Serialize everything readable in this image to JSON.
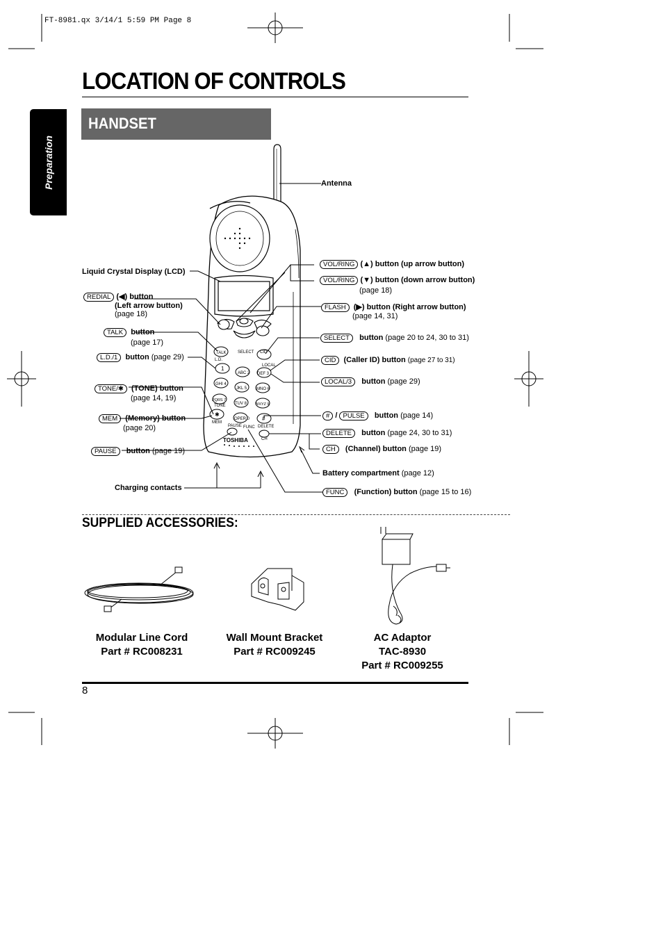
{
  "slug": "FT-8981.qx 3/14/1 5:59 PM Page 8",
  "title": "LOCATION OF CONTROLS",
  "section": "HANDSET",
  "side_tab": "Preparation",
  "labels": {
    "antenna": "Antenna",
    "lcd": "Liquid Crystal Display (LCD)",
    "redial_key": "REDIAL",
    "redial_text": "(◀) button",
    "redial_sub": "(Left arrow button)",
    "redial_page": "(page 18)",
    "talk_key": "TALK",
    "talk_text": "button",
    "talk_page": "(page 17)",
    "ld_key": "L.D./1",
    "ld_text": "button",
    "ld_page": "(page 29)",
    "tone_key": "TONE/✱",
    "tone_text": "(TONE) button",
    "tone_page": "(page 14, 19)",
    "mem_key": "MEM",
    "mem_text": "(Memory) button",
    "mem_page": "(page 20)",
    "pause_key": "PAUSE",
    "pause_text": "button",
    "pause_page": "(page 19)",
    "charging": "Charging contacts",
    "volring_key": "VOL/RING",
    "vol_up_text": "(▲) button (up arrow button)",
    "vol_down_text": "(▼) button (down arrow button)",
    "vol_down_page": "(page 18)",
    "flash_key": "FLASH",
    "flash_text": "(▶) button (Right arrow button)",
    "flash_page": "(page 14, 31)",
    "select_key": "SELECT",
    "select_text": "button",
    "select_page": "(page 20 to 24, 30 to 31)",
    "cid_key": "CID",
    "cid_text": "(Caller ID) button",
    "cid_page": "(page 27 to 31)",
    "local_key": "LOCAL/3",
    "local_text": "button",
    "local_page": "(page 29)",
    "hash_key": "#",
    "slash": "/",
    "pulse_key": "PULSE",
    "pulse_text": "button",
    "pulse_page": "(page 14)",
    "delete_key": "DELETE",
    "delete_text": "button",
    "delete_page": "(page 24, 30 to 31)",
    "ch_key": "CH",
    "ch_text": "(Channel) button",
    "ch_page": "(page 19)",
    "battery_text": "Battery compartment",
    "battery_page": "(page 12)",
    "func_key": "FUNC",
    "func_text": "(Function) button",
    "func_page": "(page 15 to 16)"
  },
  "phone_marks": {
    "brand": "TOSHIBA",
    "talk": "TALK",
    "ld": "L.D.",
    "select": "SELECT",
    "cid": "CID",
    "local": "LOCAL",
    "tone": "TONE",
    "mem": "MEM",
    "pause": "PAUSE",
    "func": "FUNC",
    "delete": "DELETE",
    "ch": "CH",
    "keys": [
      "1",
      "ABC 2",
      "DEF 3",
      "GHI 4",
      "JKL 5",
      "MNO 6",
      "PQRS 7",
      "TUV 8",
      "WXYZ 9",
      "✱",
      "OPER 0",
      "#"
    ]
  },
  "accessories": {
    "heading": "SUPPLIED ACCESSORIES:",
    "items": [
      {
        "name": "Modular Line Cord",
        "part": "Part # RC008231",
        "extra": ""
      },
      {
        "name": "Wall Mount Bracket",
        "part": "Part # RC009245",
        "extra": ""
      },
      {
        "name": "AC Adaptor",
        "part": "Part # RC009255",
        "extra": "TAC-8930"
      }
    ]
  },
  "page_number": "8"
}
